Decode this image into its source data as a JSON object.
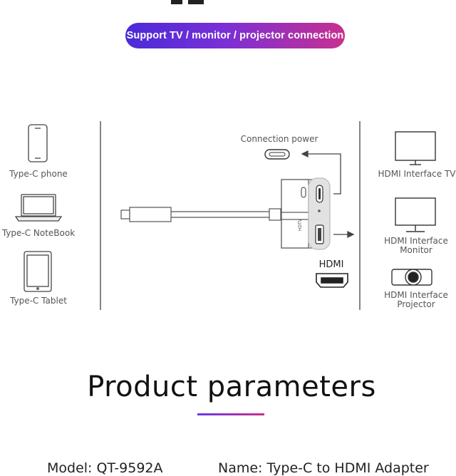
{
  "banner": {
    "text": "Support TV / monitor / projector connection"
  },
  "diagram": {
    "left_devices": [
      {
        "label": "Type-C phone",
        "icon": "phone-icon"
      },
      {
        "label": "Type-C NoteBook",
        "icon": "laptop-icon"
      },
      {
        "label": "Type-C Tablet",
        "icon": "tablet-icon"
      }
    ],
    "right_devices": [
      {
        "label_lines": [
          "HDMI Interface TV"
        ],
        "icon": "tv-icon"
      },
      {
        "label_lines": [
          "HDMI Interface",
          "Monitor"
        ],
        "icon": "monitor-icon"
      },
      {
        "label_lines": [
          "HDMI Interface",
          "Projector"
        ],
        "icon": "projector-icon"
      }
    ],
    "connection_power_label": "Connection power",
    "hdmi_label": "HDMI",
    "hdtv_label": "HDTV"
  },
  "section": {
    "title": "Product parameters"
  },
  "params": {
    "model": "Model: QT-9592A",
    "name": "Name: Type-C to HDMI Adapter"
  },
  "colors": {
    "gradient_start": "#4a2bd8",
    "gradient_end": "#c8308f"
  }
}
